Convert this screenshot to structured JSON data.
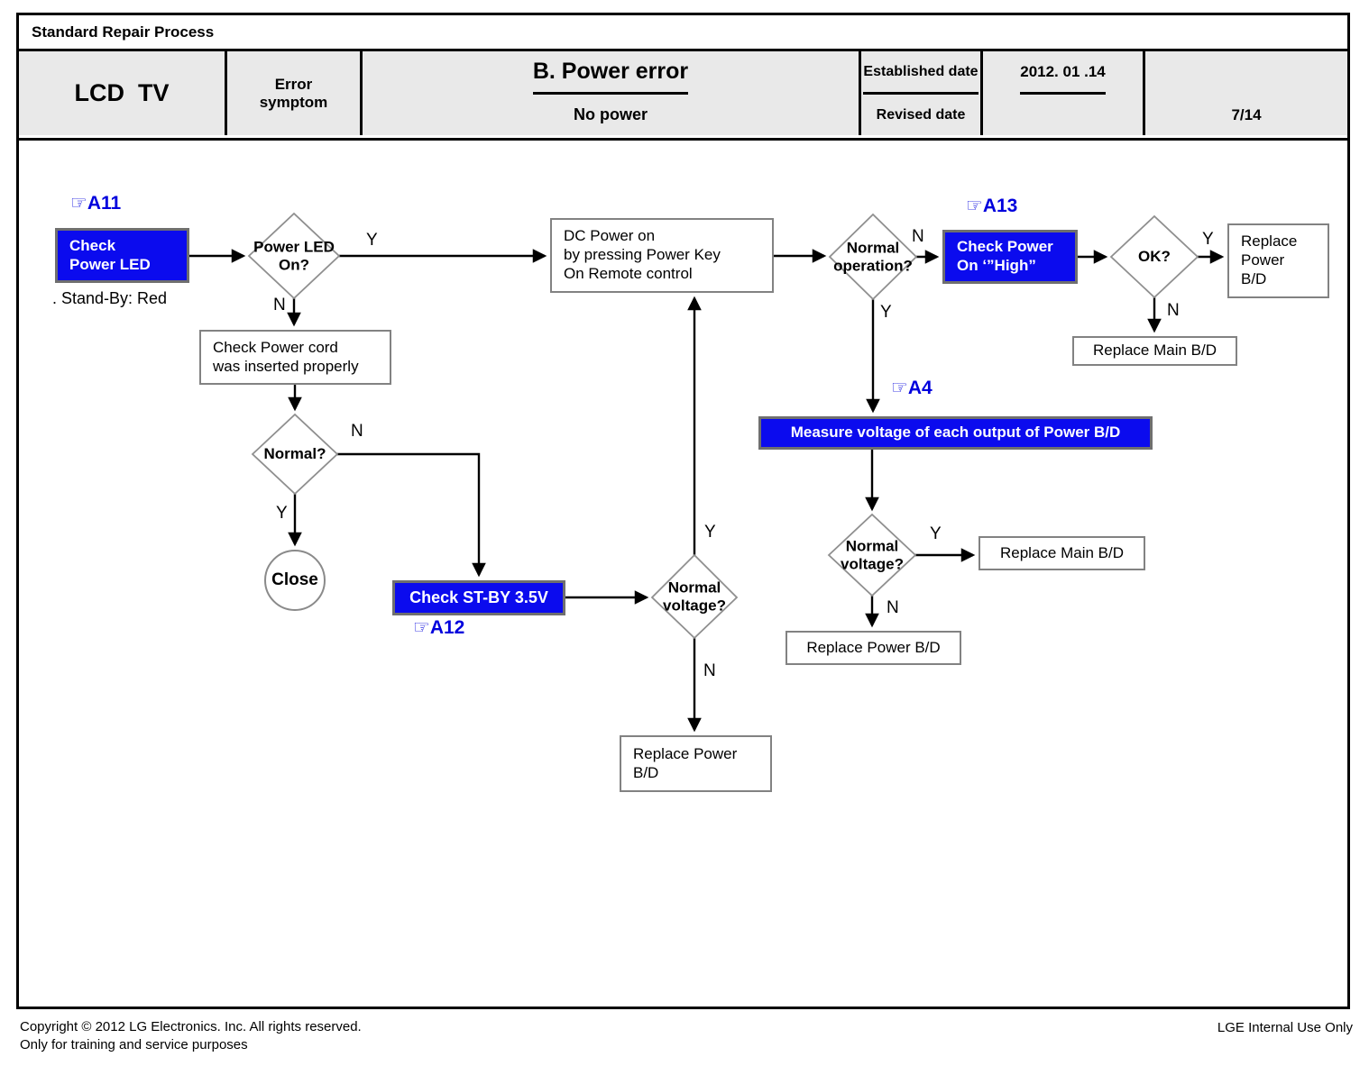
{
  "header": {
    "title": "Standard Repair Process",
    "product": "LCD  TV",
    "error_symptom_label": "Error\nsymptom",
    "error_title": "B. Power error",
    "error_subtitle": "No power",
    "established_date_label": "Established\ndate",
    "established_date": "2012. 01 .14",
    "revised_date_label": "Revised date",
    "revised_date": "",
    "page_number": "7/14"
  },
  "flow": {
    "a11": "☞A11",
    "a12": "☞A12",
    "a13": "☞A13",
    "a4": "☞A4",
    "yes": "Y",
    "no": "N",
    "check_power_led": "Check\nPower LED",
    "standby_note": ". Stand-By: Red",
    "power_led_on": "Power  LED\nOn?",
    "check_power_cord": "Check Power cord\nwas inserted properly",
    "normal_q": "Normal?",
    "close": "Close",
    "check_stby": "Check ST-BY 3.5V",
    "normal_voltage": "Normal\nvoltage?",
    "replace_power_2line": "Replace Power\nB/D",
    "dc_power_on": "DC Power on\nby pressing Power Key\nOn Remote control",
    "normal_operation": "Normal\noperation?",
    "check_power_high": "Check Power\nOn ‘”High”",
    "ok_q": "OK?",
    "replace_power_3line": "Replace\nPower\nB/D",
    "replace_main": "Replace Main B/D",
    "measure_voltage": "Measure voltage of each output of Power B/D",
    "replace_power": "Replace Power B/D"
  },
  "footer": {
    "copyright": "Copyright © 2012 LG Electronics. Inc. All rights reserved.",
    "purpose": "Only for training and service purposes",
    "internal": "LGE Internal Use Only"
  },
  "colors": {
    "accent_blue": "#0b0bee",
    "label_blue": "#0000dd",
    "box_border_gray": "#828282",
    "header_cell_bg": "#e9e9e9"
  }
}
